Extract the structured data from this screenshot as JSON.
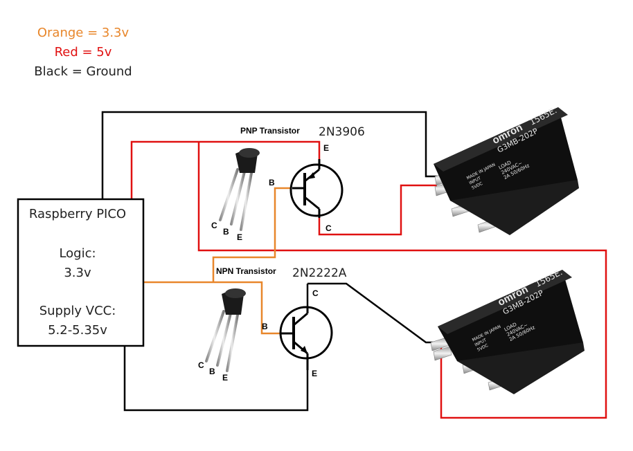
{
  "legend": {
    "orange": "Orange = 3.3v",
    "red": "Red = 5v",
    "black": "Black = Ground"
  },
  "colors": {
    "orange": "#e8862a",
    "red": "#e01010",
    "black": "#000000"
  },
  "pico": {
    "title": "Raspberry PICO",
    "logic_label": "Logic:",
    "logic_value": "3.3v",
    "supply_label": "Supply VCC:",
    "supply_value": "5.2-5.35v"
  },
  "pnp": {
    "caption": "PNP Transistor",
    "part": "2N3906",
    "pin_e": "E",
    "pin_b": "B",
    "pin_c": "C",
    "pkg_c": "C",
    "pkg_b": "B",
    "pkg_e": "E"
  },
  "npn": {
    "caption": "NPN Transistor",
    "part": "2N2222A",
    "pin_c": "C",
    "pin_b": "B",
    "pin_e": "E",
    "pkg_c": "C",
    "pkg_b": "B",
    "pkg_e": "E"
  },
  "relay": {
    "brand": "omron",
    "model": "G3MB-202P",
    "code": "1565E.",
    "made_in": "MADE IN JAPAN",
    "input": "INPUT",
    "vdc": "5VDC",
    "load": "LOAD",
    "vac": "240VAC~",
    "amp": "2A 50/60Hz"
  }
}
